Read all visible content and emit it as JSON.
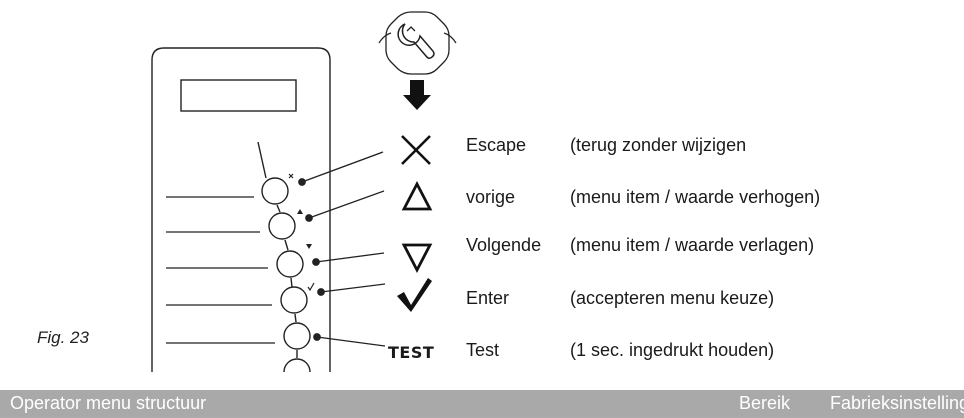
{
  "figure": {
    "caption": "Fig. 23",
    "rows": [
      {
        "symbol": "escape-cross-icon",
        "label": "Escape",
        "description": "(terug zonder wijzigen"
      },
      {
        "symbol": "triangle-up-icon",
        "label": "vorige",
        "description": "(menu item / waarde verhogen)"
      },
      {
        "symbol": "triangle-down-icon",
        "label": "Volgende",
        "description": "(menu item / waarde verlagen)"
      },
      {
        "symbol": "checkmark-icon",
        "label": "Enter",
        "description": "(accepteren menu keuze)"
      },
      {
        "symbol": "test-text-icon",
        "label": "Test",
        "description": "(1 sec. ingedrukt houden)"
      }
    ],
    "test_symbol_text": "TEST",
    "top_icon": "wrench-knob-icon",
    "arrow_icon": "arrow-down-icon"
  },
  "footer": {
    "left": "Operator menu structuur",
    "middle": "Bereik",
    "right": "Fabrieksinstelling",
    "background": "#a9a9a9",
    "text_color": "#ffffff"
  }
}
